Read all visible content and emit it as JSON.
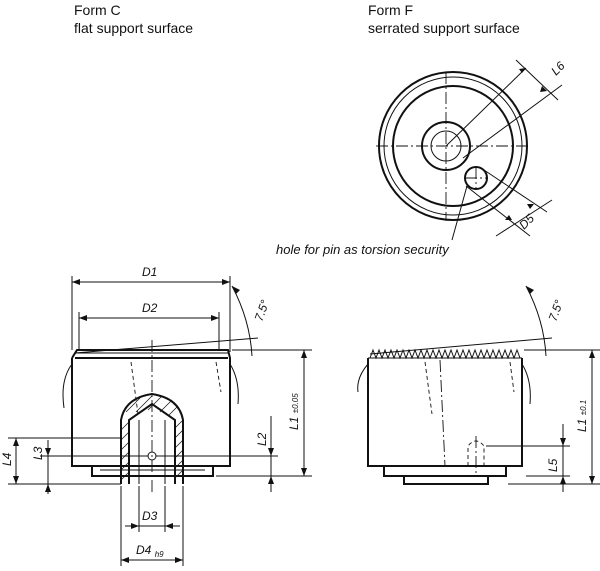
{
  "captions": {
    "form_c_title": "Form C",
    "form_c_desc": "flat support surface",
    "form_f_title": "Form F",
    "form_f_desc": "serrated support surface",
    "hole_note": "hole for pin as torsion security"
  },
  "dimensions": {
    "D1": "D1",
    "D2": "D2",
    "D3": "D3",
    "D4": "D4",
    "D4_tol": "h9",
    "D5": "D5",
    "L1_c": "L1",
    "L1_c_tol": "±0.05",
    "L1_f": "L1",
    "L1_f_tol": "±0.1",
    "L2": "L2",
    "L3": "L3",
    "L4": "L4",
    "L5": "L5",
    "L6": "L6",
    "angle_c": "7.5°",
    "angle_f": "7.5°"
  }
}
